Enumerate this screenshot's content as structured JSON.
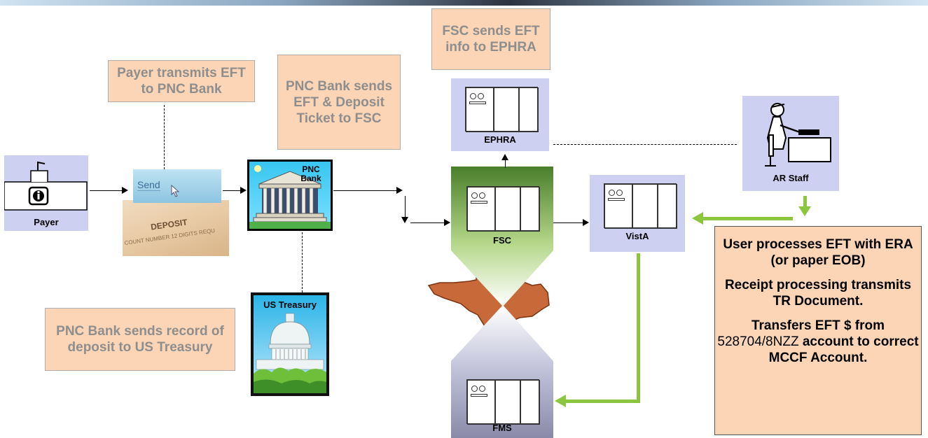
{
  "notes": {
    "payer_transmits": "Payer transmits EFT to PNC Bank",
    "pnc_sends_eft": "PNC Bank sends EFT & Deposit Ticket to FSC",
    "fsc_sends": "FSC sends EFT info to EPHRA",
    "pnc_sends_record": "PNC Bank sends record of deposit to US Treasury"
  },
  "nodes": {
    "payer": "Payer",
    "pnc_bank": "PNC Bank",
    "us_treasury": "US Treasury",
    "ephra": "EPHRA",
    "fsc": "FSC",
    "vista": "VistA",
    "ar_staff": "AR Staff",
    "fms": "FMS"
  },
  "images": {
    "send_text": "Send",
    "deposit_text": "DEPOSIT",
    "account_number_text": "COUNT NUMBER 12 DIGITS REQU"
  },
  "process_box": {
    "line1": "User processes EFT with ERA (or paper EOB)",
    "line2": "Receipt processing transmits TR Document.",
    "line3_prefix": "Transfers EFT $ from",
    "line3_account": "528704/8NZZ",
    "line3_suffix": "account to correct MCCF Account."
  },
  "colors": {
    "note_fill": "#fbd5b5",
    "node_fill": "#cdd0f0",
    "green_arrow": "#8cc63f",
    "fsc_gradient_top": "#4a7f2a",
    "fsc_gradient_bottom": "#ffffff",
    "fms_gradient_top": "#ffffff",
    "fms_gradient_bottom": "#8a8aa8",
    "texas_fill": "#c8693a"
  }
}
